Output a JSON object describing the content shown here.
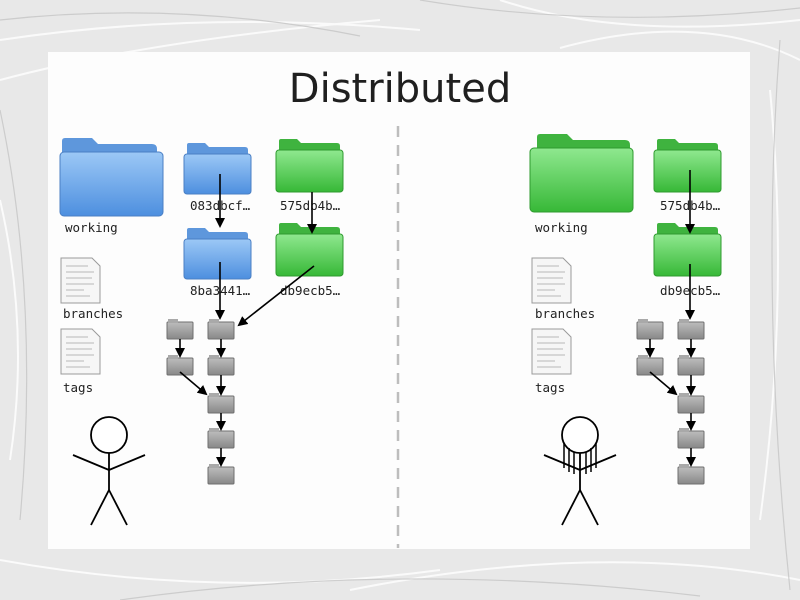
{
  "title": "Distributed",
  "left": {
    "working_label": "working",
    "branches_label": "branches",
    "tags_label": "tags",
    "commits": {
      "blue_top": "083dbcf…",
      "blue_bottom": "8ba3441…",
      "green_top": "575db4b…",
      "green_bottom": "db9ecb5…"
    }
  },
  "right": {
    "working_label": "working",
    "branches_label": "branches",
    "tags_label": "tags",
    "commits": {
      "green_top": "575db4b…",
      "green_bottom": "db9ecb5…"
    }
  },
  "colors": {
    "blue_folder": "#6aa6ea",
    "green_folder": "#4fcf4f",
    "gray_folder": "#9a9a9a",
    "divider": "#bdbdbd"
  },
  "icons": {
    "folder": "folder-icon",
    "document": "document-icon",
    "person": "stick-figure-icon"
  }
}
